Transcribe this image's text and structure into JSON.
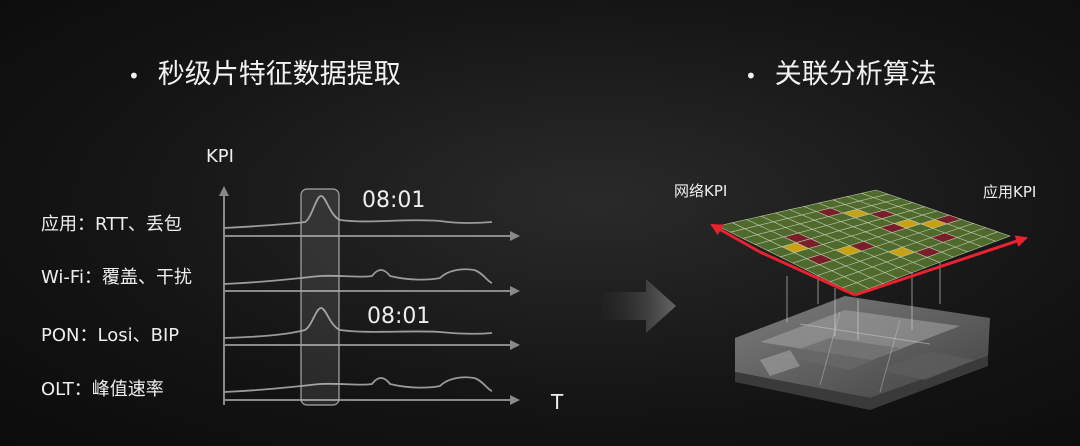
{
  "left": {
    "heading": "秒级片特征数据提取",
    "y_axis_label": "KPI",
    "x_axis_label": "T",
    "rows": [
      {
        "label": "应用：RTT、丢包"
      },
      {
        "label": "Wi-Fi：覆盖、干扰"
      },
      {
        "label": "PON：Losi、BIP"
      },
      {
        "label": "OLT：峰值速率"
      }
    ],
    "time_labels": [
      "08:01",
      "08:01"
    ]
  },
  "right": {
    "heading": "关联分析算法",
    "axis_left_label": "网络KPI",
    "axis_right_label": "应用KPI"
  },
  "colors": {
    "background": "#141414",
    "axis": "#8a8a8a",
    "curve": "#9a9a9a",
    "grid_green": "#4e6a2c",
    "grid_red": "#7a1f2a",
    "grid_yellow": "#c9a214",
    "accent_red": "#e8222e"
  },
  "grid_pattern": [
    "GGGGGGGGGGG",
    "GGGGGGRGGGG",
    "GGGGGGGYGGG",
    "GGRGGGGGRGG",
    "GYRGGGGGGGG",
    "GGGGGGGRYGG",
    "GRGYRGGGGYR",
    "GGGGGGGGGGG",
    "GGGGGYGGRGG",
    "GGGGGGRGGGG",
    "GGGGGGGGGGG"
  ]
}
